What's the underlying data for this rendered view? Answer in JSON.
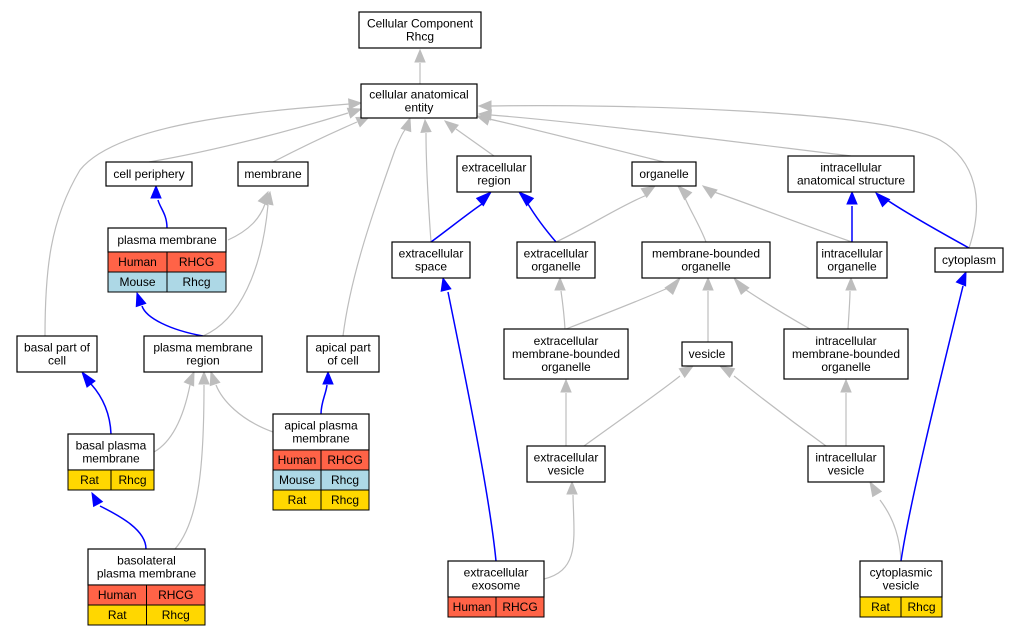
{
  "colors": {
    "human": "#ff6347",
    "mouse": "#add8e6",
    "rat": "#ffd700",
    "gray_edge": "#bdbdbd",
    "blue_edge": "#0000ff"
  },
  "nodes": [
    {
      "id": "root",
      "lines": [
        "Cellular Component",
        "Rhcg"
      ]
    },
    {
      "id": "cae",
      "lines": [
        "cellular anatomical",
        "entity"
      ]
    },
    {
      "id": "cellperiph",
      "lines": [
        "cell periphery"
      ]
    },
    {
      "id": "membrane",
      "lines": [
        "membrane"
      ]
    },
    {
      "id": "extreg",
      "lines": [
        "extracellular",
        "region"
      ]
    },
    {
      "id": "organelle",
      "lines": [
        "organelle"
      ]
    },
    {
      "id": "intanat",
      "lines": [
        "intracellular",
        "anatomical structure"
      ]
    },
    {
      "id": "pm",
      "lines": [
        "plasma membrane"
      ],
      "cells": [
        [
          "Human",
          "RHCG"
        ],
        [
          "Mouse",
          "Rhcg"
        ]
      ]
    },
    {
      "id": "extspace",
      "lines": [
        "extracellular",
        "space"
      ]
    },
    {
      "id": "extorg",
      "lines": [
        "extracellular",
        "organelle"
      ]
    },
    {
      "id": "mbo",
      "lines": [
        "membrane-bounded",
        "organelle"
      ]
    },
    {
      "id": "intorg",
      "lines": [
        "intracellular",
        "organelle"
      ]
    },
    {
      "id": "cyto",
      "lines": [
        "cytoplasm"
      ]
    },
    {
      "id": "basalpart",
      "lines": [
        "basal part of",
        "cell"
      ]
    },
    {
      "id": "pmr",
      "lines": [
        "plasma membrane",
        "region"
      ]
    },
    {
      "id": "apicalpart",
      "lines": [
        "apical part",
        "of cell"
      ]
    },
    {
      "id": "extmbo",
      "lines": [
        "extracellular",
        "membrane-bounded",
        "organelle"
      ]
    },
    {
      "id": "vesicle",
      "lines": [
        "vesicle"
      ]
    },
    {
      "id": "intmbo",
      "lines": [
        "intracellular",
        "membrane-bounded",
        "organelle"
      ]
    },
    {
      "id": "apm",
      "lines": [
        "apical plasma",
        "membrane"
      ],
      "cells": [
        [
          "Human",
          "RHCG"
        ],
        [
          "Mouse",
          "Rhcg"
        ],
        [
          "Rat",
          "Rhcg"
        ]
      ]
    },
    {
      "id": "bpm",
      "lines": [
        "basal plasma",
        "membrane"
      ],
      "cells": [
        [
          "Rat",
          "Rhcg"
        ]
      ]
    },
    {
      "id": "extves",
      "lines": [
        "extracellular",
        "vesicle"
      ]
    },
    {
      "id": "intves",
      "lines": [
        "intracellular",
        "vesicle"
      ]
    },
    {
      "id": "blpm",
      "lines": [
        "basolateral",
        "plasma membrane"
      ],
      "cells": [
        [
          "Human",
          "RHCG"
        ],
        [
          "Rat",
          "Rhcg"
        ]
      ]
    },
    {
      "id": "exo",
      "lines": [
        "extracellular",
        "exosome"
      ],
      "cells": [
        [
          "Human",
          "RHCG"
        ]
      ]
    },
    {
      "id": "cytoves",
      "lines": [
        "cytoplasmic",
        "vesicle"
      ],
      "cells": [
        [
          "Rat",
          "Rhcg"
        ]
      ]
    }
  ],
  "edges": [
    {
      "from": "cae",
      "to": "root",
      "type": "is_a"
    },
    {
      "from": "cellperiph",
      "to": "cae",
      "type": "is_a"
    },
    {
      "from": "membrane",
      "to": "cae",
      "type": "is_a"
    },
    {
      "from": "extreg",
      "to": "cae",
      "type": "is_a"
    },
    {
      "from": "organelle",
      "to": "cae",
      "type": "is_a"
    },
    {
      "from": "intanat",
      "to": "cae",
      "type": "is_a"
    },
    {
      "from": "basalpart",
      "to": "cae",
      "type": "is_a"
    },
    {
      "from": "apicalpart",
      "to": "cae",
      "type": "is_a"
    },
    {
      "from": "extspace",
      "to": "cae",
      "type": "is_a"
    },
    {
      "from": "cyto",
      "to": "cae",
      "type": "is_a"
    },
    {
      "from": "pm",
      "to": "cellperiph",
      "type": "part_of"
    },
    {
      "from": "pm",
      "to": "membrane",
      "type": "is_a"
    },
    {
      "from": "pmr",
      "to": "membrane",
      "type": "is_a"
    },
    {
      "from": "pmr",
      "to": "pm",
      "type": "part_of"
    },
    {
      "from": "extspace",
      "to": "extreg",
      "type": "part_of"
    },
    {
      "from": "extorg",
      "to": "extreg",
      "type": "part_of"
    },
    {
      "from": "extorg",
      "to": "organelle",
      "type": "is_a"
    },
    {
      "from": "mbo",
      "to": "organelle",
      "type": "is_a"
    },
    {
      "from": "intorg",
      "to": "organelle",
      "type": "is_a"
    },
    {
      "from": "intorg",
      "to": "intanat",
      "type": "part_of"
    },
    {
      "from": "cyto",
      "to": "intanat",
      "type": "part_of"
    },
    {
      "from": "extmbo",
      "to": "extorg",
      "type": "is_a"
    },
    {
      "from": "extmbo",
      "to": "mbo",
      "type": "is_a"
    },
    {
      "from": "vesicle",
      "to": "mbo",
      "type": "is_a"
    },
    {
      "from": "intmbo",
      "to": "mbo",
      "type": "is_a"
    },
    {
      "from": "intmbo",
      "to": "intorg",
      "type": "is_a"
    },
    {
      "from": "extves",
      "to": "extmbo",
      "type": "is_a"
    },
    {
      "from": "extves",
      "to": "vesicle",
      "type": "is_a"
    },
    {
      "from": "intves",
      "to": "vesicle",
      "type": "is_a"
    },
    {
      "from": "intves",
      "to": "intmbo",
      "type": "is_a"
    },
    {
      "from": "apm",
      "to": "apicalpart",
      "type": "part_of"
    },
    {
      "from": "apm",
      "to": "pmr",
      "type": "is_a"
    },
    {
      "from": "bpm",
      "to": "basalpart",
      "type": "part_of"
    },
    {
      "from": "bpm",
      "to": "pmr",
      "type": "is_a"
    },
    {
      "from": "blpm",
      "to": "bpm",
      "type": "part_of"
    },
    {
      "from": "blpm",
      "to": "pmr",
      "type": "is_a"
    },
    {
      "from": "exo",
      "to": "extspace",
      "type": "part_of"
    },
    {
      "from": "exo",
      "to": "extves",
      "type": "is_a"
    },
    {
      "from": "cytoves",
      "to": "intves",
      "type": "is_a"
    },
    {
      "from": "cytoves",
      "to": "cyto",
      "type": "part_of"
    }
  ]
}
